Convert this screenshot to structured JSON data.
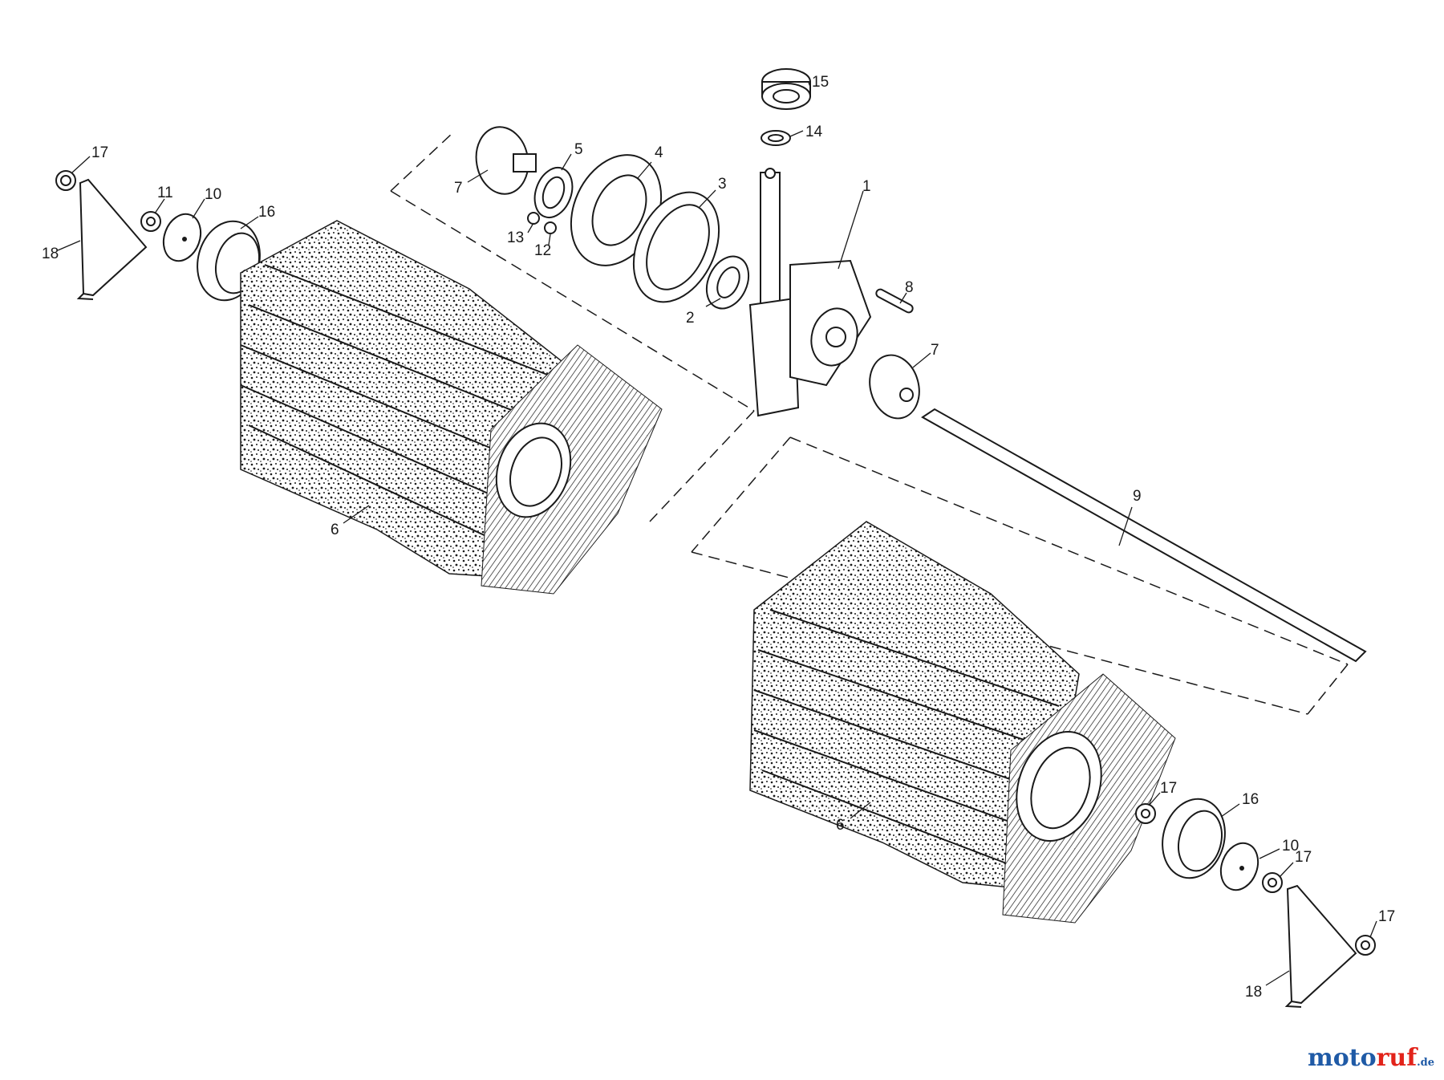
{
  "callouts": {
    "c1": "1",
    "c2": "2",
    "c3": "3",
    "c4": "4",
    "c5": "5",
    "c6a": "6",
    "c6b": "6",
    "c7a": "7",
    "c7b": "7",
    "c8": "8",
    "c9": "9",
    "c10a": "10",
    "c10b": "10",
    "c11": "11",
    "c12": "12",
    "c13": "13",
    "c14": "14",
    "c15": "15",
    "c16a": "16",
    "c16b": "16",
    "c17a": "17",
    "c17b": "17",
    "c17c": "17",
    "c17d": "17",
    "c18a": "18",
    "c18b": "18"
  },
  "watermark": {
    "part1": "moto",
    "part2": "ruf",
    "part3": ".de"
  },
  "colors": {
    "ink": "#1a1a1a",
    "brand_blue": "#1f5aa6",
    "brand_red": "#e2231a"
  }
}
